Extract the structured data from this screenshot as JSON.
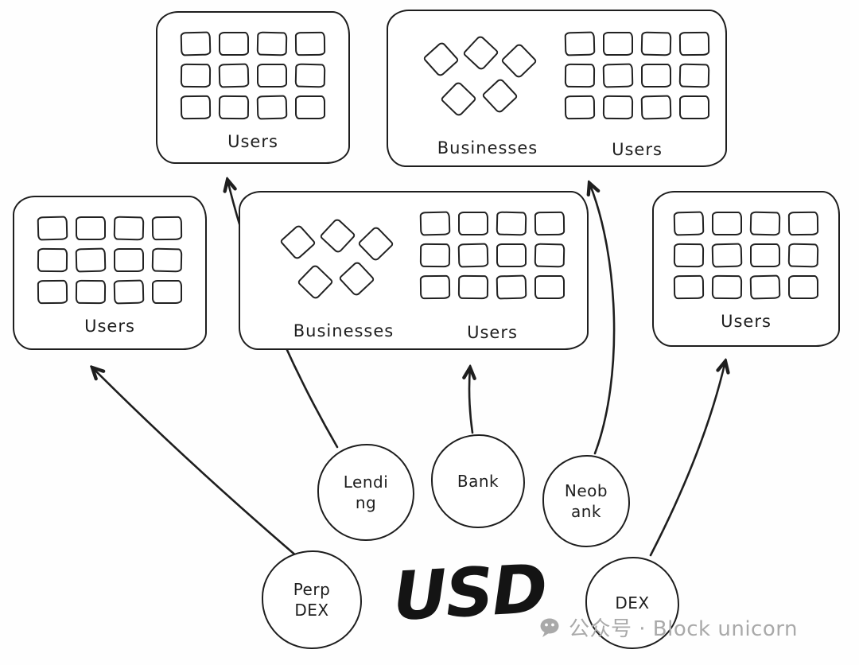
{
  "diagram": {
    "boxes": {
      "top_left": {
        "label": "Users"
      },
      "top_right": {
        "businesses_label": "Businesses",
        "users_label": "Users"
      },
      "mid_left": {
        "label": "Users"
      },
      "mid_center": {
        "businesses_label": "Businesses",
        "users_label": "Users"
      },
      "mid_right": {
        "label": "Users"
      }
    },
    "nodes": {
      "lending": {
        "lines": [
          "Lendi",
          "ng"
        ]
      },
      "bank": {
        "lines": [
          "Bank"
        ]
      },
      "neobank": {
        "lines": [
          "Neob",
          "ank"
        ]
      },
      "perp_dex": {
        "lines": [
          "Perp",
          "DEX"
        ]
      },
      "dex": {
        "lines": [
          "DEX"
        ]
      }
    },
    "center_label": "USD",
    "watermark": {
      "icon": "wechat-icon",
      "text": "公众号 · Block unicorn"
    },
    "colors": {
      "ink": "#1e1e1e",
      "watermark": "#a9a9a9",
      "background": "#ffffff"
    }
  }
}
